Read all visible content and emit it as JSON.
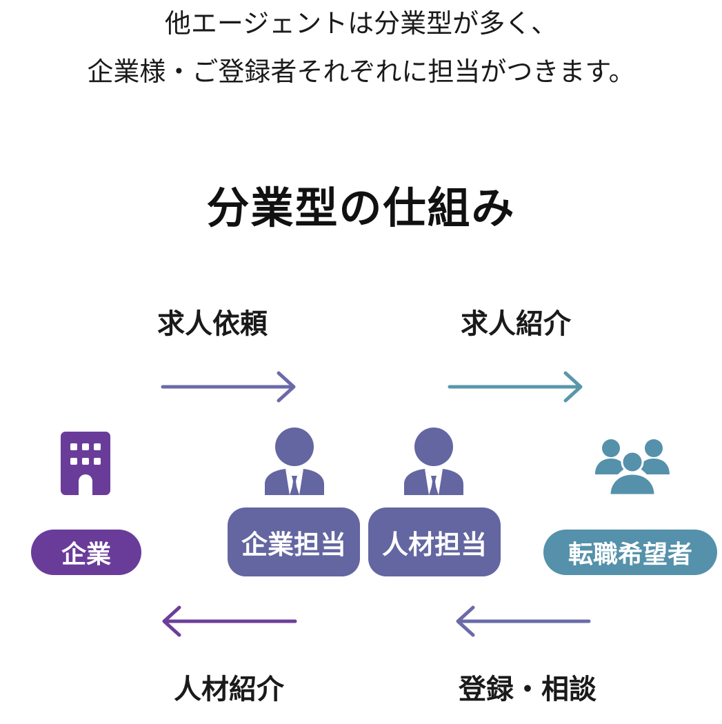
{
  "intro": {
    "line1": "他エージェントは分業型が多く、",
    "line2": "企業様・ご登録者それぞれに担当がつきます。"
  },
  "title": "分業型の仕組み",
  "flows": {
    "job_request": "求人依頼",
    "job_introduction": "求人紹介",
    "candidate_introduction": "人材紹介",
    "registration_consultation": "登録・相談"
  },
  "roles": {
    "company": "企業",
    "corporate_rep": "企業担当",
    "candidate_rep": "人材担当",
    "job_seekers": "転職希望者"
  },
  "colors": {
    "company": "#6a3c9a",
    "rep": "#6466a1",
    "seeker": "#5591aa",
    "arrow_indigo": "#6a6ba6",
    "arrow_teal": "#5897ab",
    "arrow_purple": "#6d3e98"
  },
  "icons": {
    "company": "building-icon",
    "corporate_rep": "businessman-icon",
    "candidate_rep": "businessman-icon",
    "job_seekers": "people-group-icon"
  }
}
